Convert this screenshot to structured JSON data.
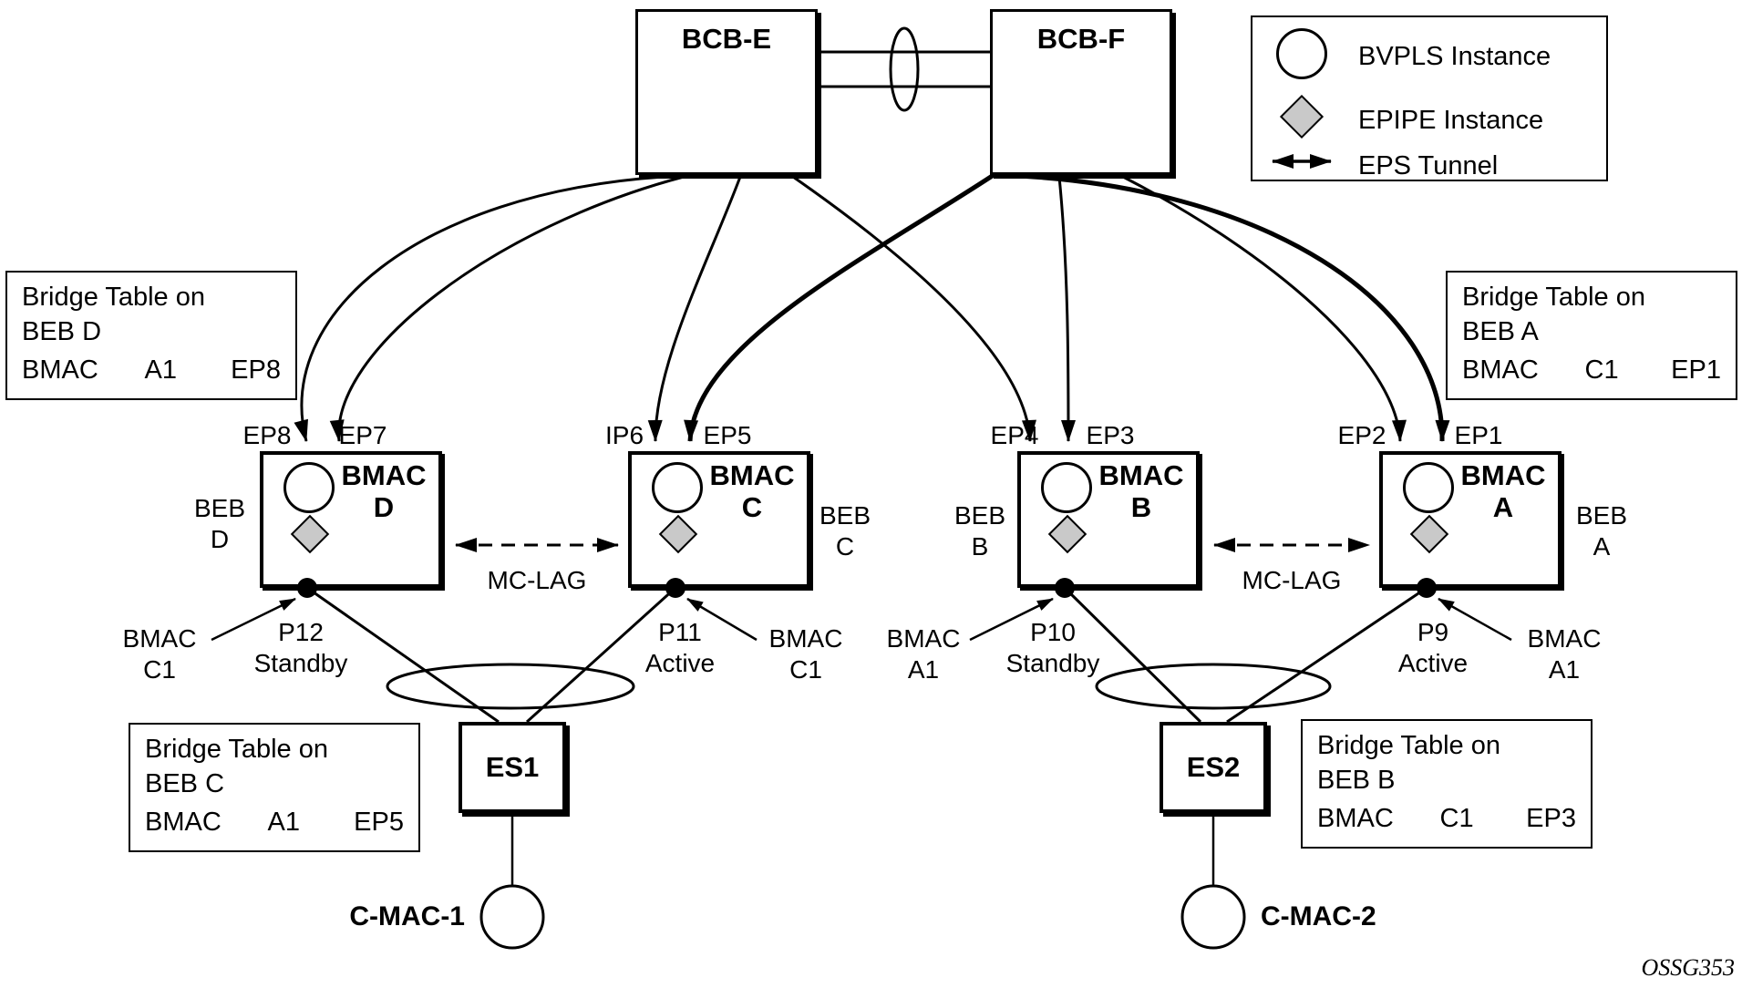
{
  "colors": {
    "line": "#000000",
    "epipe_fill": "#C9C9C9"
  },
  "core_bridges": {
    "e": {
      "label": "BCB-E"
    },
    "f": {
      "label": "BCB-F"
    }
  },
  "legend": {
    "bvpls": "BVPLS Instance",
    "epipe": "EPIPE Instance",
    "eps": "EPS Tunnel"
  },
  "bridge_tables": {
    "d": {
      "title1": "Bridge Table on",
      "title2": "BEB D",
      "col1": "BMAC",
      "col2": "A1",
      "col3": "EP8"
    },
    "a": {
      "title1": "Bridge Table on",
      "title2": "BEB A",
      "col1": "BMAC",
      "col2": "C1",
      "col3": "EP1"
    },
    "c": {
      "title1": "Bridge Table on",
      "title2": "BEB C",
      "col1": "BMAC",
      "col2": "A1",
      "col3": "EP5"
    },
    "b": {
      "title1": "Bridge Table on",
      "title2": "BEB B",
      "col1": "BMAC",
      "col2": "C1",
      "col3": "EP3"
    }
  },
  "bebs": {
    "d": {
      "box1": "BMAC",
      "box2": "D",
      "side1": "BEB",
      "side2": "D",
      "pl": "EP8",
      "pr": "EP7",
      "port": "P12",
      "state": "Standby",
      "mac1": "BMAC",
      "mac2": "C1"
    },
    "c": {
      "box1": "BMAC",
      "box2": "C",
      "side1": "BEB",
      "side2": "C",
      "pl": "IP6",
      "pr": "EP5",
      "port": "P11",
      "state": "Active",
      "mac1": "BMAC",
      "mac2": "C1"
    },
    "b": {
      "box1": "BMAC",
      "box2": "B",
      "side1": "BEB",
      "side2": "B",
      "pl": "EP4",
      "pr": "EP3",
      "port": "P10",
      "state": "Standby",
      "mac1": "BMAC",
      "mac2": "A1"
    },
    "a": {
      "box1": "BMAC",
      "box2": "A",
      "side1": "BEB",
      "side2": "A",
      "pl": "EP2",
      "pr": "EP1",
      "port": "P9",
      "state": "Active",
      "mac1": "BMAC",
      "mac2": "A1"
    }
  },
  "links": {
    "mclag1": "MC-LAG",
    "mclag2": "MC-LAG"
  },
  "edge_switches": {
    "es1": "ES1",
    "es2": "ES2"
  },
  "cmacs": {
    "c1": "C-MAC-1",
    "c2": "C-MAC-2"
  },
  "diagram": {
    "footnote": "OSSG353"
  }
}
